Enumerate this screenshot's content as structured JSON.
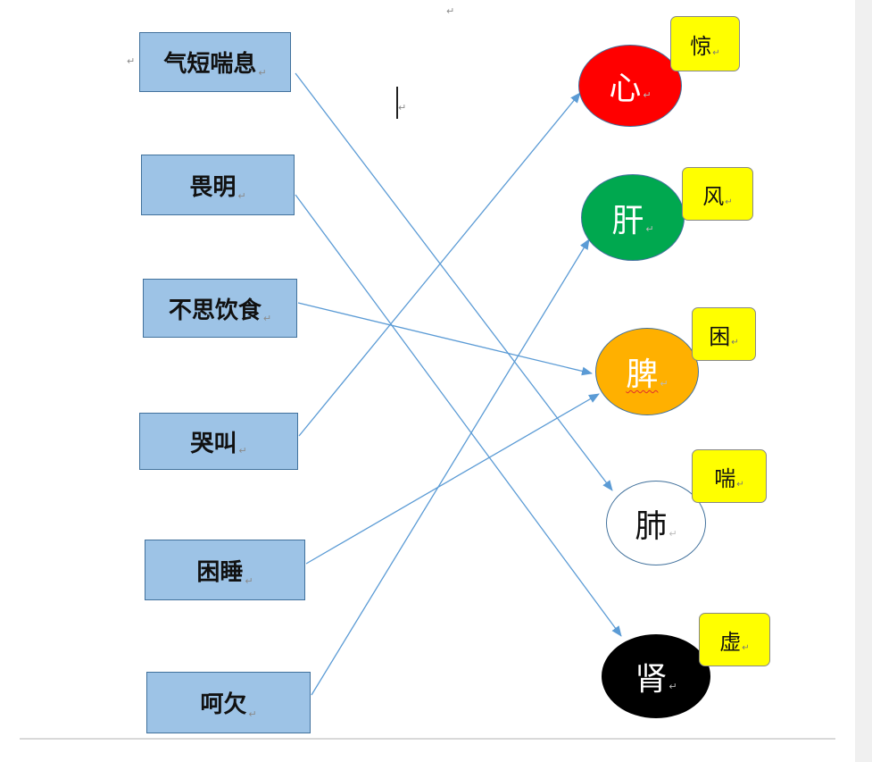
{
  "symptoms": [
    {
      "label": "气短喘息"
    },
    {
      "label": "畏明"
    },
    {
      "label": "不思饮食"
    },
    {
      "label": "哭叫"
    },
    {
      "label": "困睡"
    },
    {
      "label": "呵欠"
    }
  ],
  "organs": [
    {
      "label": "心",
      "color": "#ff0000",
      "text_color": "#ffffff",
      "tag": "惊"
    },
    {
      "label": "肝",
      "color": "#00a84f",
      "text_color": "#ffffff",
      "tag": "风"
    },
    {
      "label": "脾",
      "color": "#ffb000",
      "text_color": "#ffffff",
      "tag": "困"
    },
    {
      "label": "肺",
      "color": "#ffffff",
      "text_color": "#111111",
      "tag": "喘"
    },
    {
      "label": "肾",
      "color": "#000000",
      "text_color": "#ffffff",
      "tag": "虚"
    }
  ],
  "connections": [
    {
      "from": "气短喘息",
      "to": "肺"
    },
    {
      "from": "畏明",
      "to": "肾"
    },
    {
      "from": "不思饮食",
      "to": "脾"
    },
    {
      "from": "哭叫",
      "to": "心"
    },
    {
      "from": "困睡",
      "to": "脾"
    },
    {
      "from": "呵欠",
      "to": "肝"
    }
  ],
  "line_color": "#5b9bd5",
  "paragraph_mark": "↵"
}
